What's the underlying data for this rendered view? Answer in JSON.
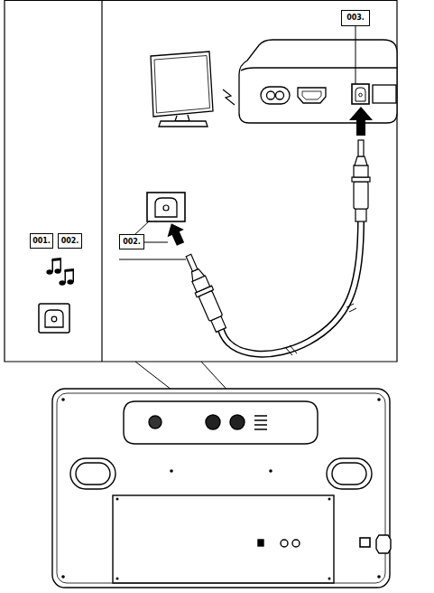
{
  "diagram": {
    "nodes": [
      {
        "text": [
          "001."
        ]
      },
      {
        "text": [
          "002."
        ]
      },
      {
        "text": [
          "003."
        ]
      },
      {
        "text": [
          "002."
        ]
      }
    ]
  }
}
